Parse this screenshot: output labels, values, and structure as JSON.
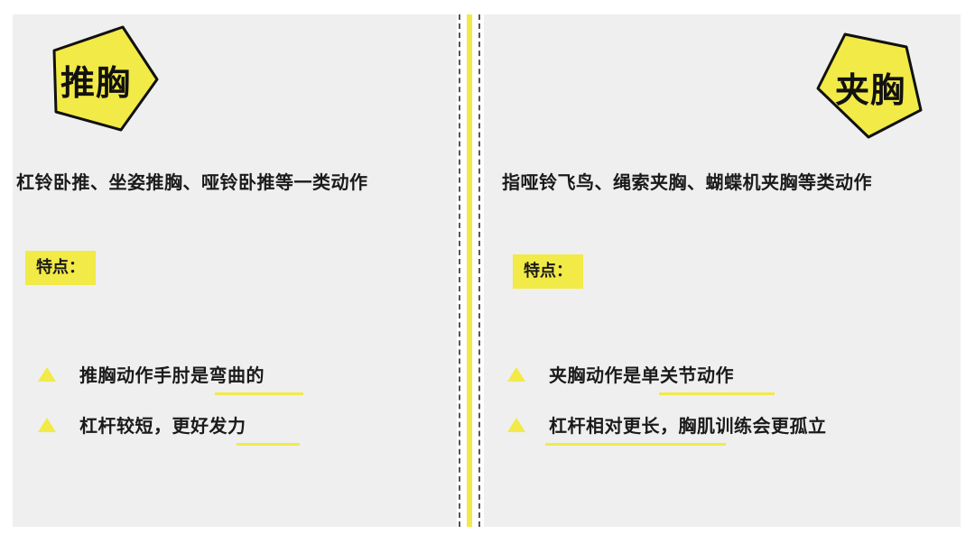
{
  "colors": {
    "accent": "#f1ea47",
    "panel": "#efefef",
    "divider": "#555555"
  },
  "left": {
    "badge": "推胸",
    "description": "杠铃卧推、坐姿推胸、哑铃卧推等一类动作",
    "feature_label": "特点：",
    "bullets": [
      "推胸动作手肘是弯曲的",
      "杠杆较短，更好发力"
    ]
  },
  "right": {
    "badge": "夹胸",
    "description": "指哑铃飞鸟、绳索夹胸、蝴蝶机夹胸等类动作",
    "feature_label": "特点：",
    "bullets": [
      "夹胸动作是单关节动作",
      "杠杆相对更长，胸肌训练会更孤立"
    ]
  }
}
